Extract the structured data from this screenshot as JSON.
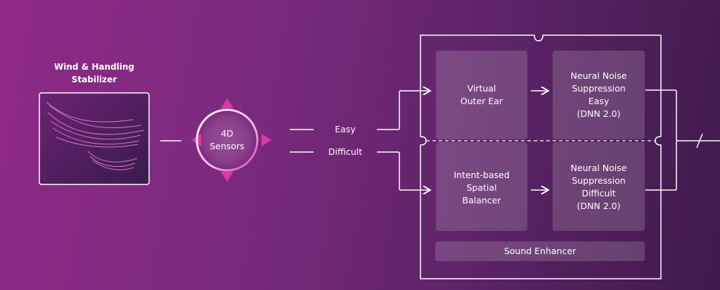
{
  "stabilizer": {
    "title": "Wind & Handling\nStabilizer"
  },
  "sensors": {
    "label": "4D\nSensors"
  },
  "paths": {
    "easy": "Easy",
    "difficult": "Difficult"
  },
  "blocks": {
    "virtual_outer_ear": "Virtual\nOuter Ear",
    "nns_easy": "Neural Noise\nSuppression\nEasy\n(DNN 2.0)",
    "spatial_balancer": "Intent-based\nSpatial\nBalancer",
    "nns_difficult": "Neural Noise\nSuppression\nDifficult\n(DNN 2.0)",
    "sound_enhancer": "Sound Enhancer"
  },
  "colors": {
    "background_left": "#8e2a86",
    "background_right": "#3f1a4c",
    "line": "#ffffff",
    "sensor_accent": "#d83aa8"
  }
}
